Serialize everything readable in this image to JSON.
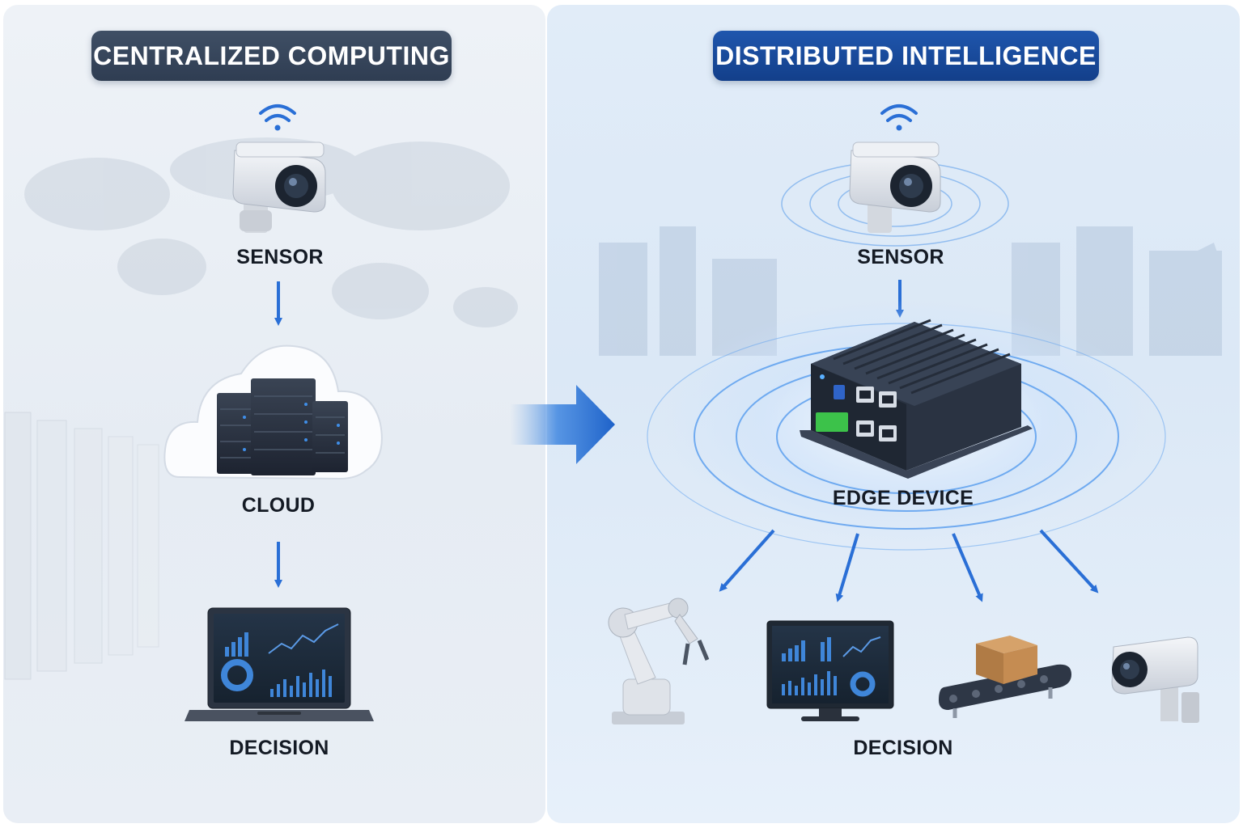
{
  "left": {
    "title": "CENTRALIZED COMPUTING",
    "sensor_label": "SENSOR",
    "cloud_label": "CLOUD",
    "decision_label": "DECISION"
  },
  "right": {
    "title": "DISTRIBUTED INTELLIGENCE",
    "sensor_label": "SENSOR",
    "edge_label": "EDGE DEVICE",
    "decision_label": "DECISION"
  },
  "colors": {
    "accent_blue": "#2a6fd6",
    "left_title_bg": "#34435a",
    "right_title_bg": "#1a4c9e",
    "terminal_green": "#3cc24a"
  },
  "icons": [
    "wifi-icon",
    "camera-icon",
    "cloud-icon",
    "server-icon",
    "laptop-icon",
    "edge-device-icon",
    "robot-arm-icon",
    "monitor-icon",
    "conveyor-icon",
    "box-icon"
  ]
}
